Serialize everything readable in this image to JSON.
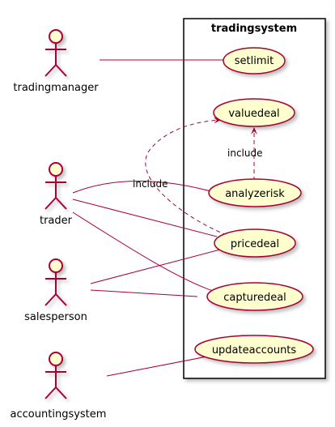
{
  "system": {
    "title": "tradingsystem"
  },
  "actors": [
    {
      "id": "tradingmanager",
      "label": "tradingmanager"
    },
    {
      "id": "trader",
      "label": "trader"
    },
    {
      "id": "salesperson",
      "label": "salesperson"
    },
    {
      "id": "accountingsystem",
      "label": "accountingsystem"
    }
  ],
  "usecases": [
    {
      "id": "setlimit",
      "label": "setlimit"
    },
    {
      "id": "valuedeal",
      "label": "valuedeal"
    },
    {
      "id": "analyzerisk",
      "label": "analyzerisk"
    },
    {
      "id": "pricedeal",
      "label": "pricedeal"
    },
    {
      "id": "capturedeal",
      "label": "capturedeal"
    },
    {
      "id": "updateaccounts",
      "label": "updateaccounts"
    }
  ],
  "relations": {
    "include_label": "include"
  },
  "colors": {
    "line": "#a80036",
    "usecase_fill": "#fefece",
    "actor_fill": "#fefece",
    "border": "#000000"
  }
}
